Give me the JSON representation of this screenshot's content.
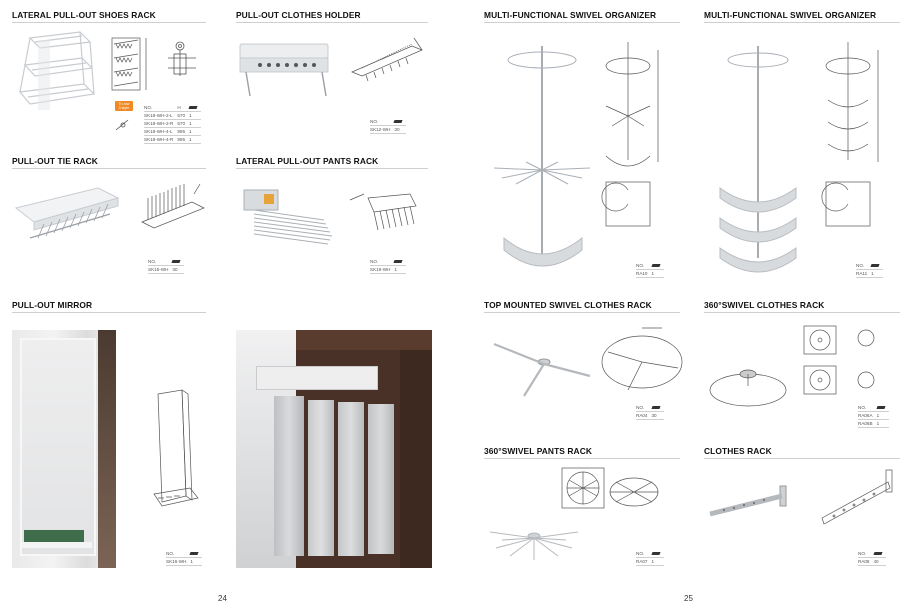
{
  "left_page": {
    "page_number": "24",
    "sections": {
      "shoes_rack": {
        "title": "LATERAL PULL-OUT SHOES RACK",
        "badge": "Tri-row\n3 layer",
        "headers": [
          "NO.",
          "H",
          ""
        ],
        "rows": [
          [
            "SK18-WH-2-L",
            "570",
            "1"
          ],
          [
            "SK18-WH-2-R",
            "570",
            "1"
          ],
          [
            "SK18-WH-4-L",
            "895",
            "1"
          ],
          [
            "SK18-WH-4-R",
            "895",
            "1"
          ]
        ]
      },
      "clothes_holder": {
        "title": "PULL-OUT CLOTHES HOLDER",
        "headers": [
          "NO.",
          ""
        ],
        "rows": [
          [
            "SK12-WH",
            "30"
          ]
        ]
      },
      "tie_rack": {
        "title": "PULL-OUT TIE RACK",
        "headers": [
          "NO.",
          ""
        ],
        "rows": [
          [
            "SK15-WH",
            "30"
          ]
        ]
      },
      "pants_rack": {
        "title": "LATERAL PULL-OUT PANTS RACK",
        "headers": [
          "NO.",
          ""
        ],
        "rows": [
          [
            "SK19-WH",
            "1"
          ]
        ]
      },
      "mirror": {
        "title": "PULL-OUT MIRROR",
        "headers": [
          "NO.",
          ""
        ],
        "rows": [
          [
            "SK16-WH",
            "1"
          ]
        ]
      }
    }
  },
  "right_page": {
    "page_number": "25",
    "sections": {
      "swivel_1": {
        "title": "MULTI-FUNCTIONAL SWIVEL ORGANIZER",
        "headers": [
          "NO.",
          ""
        ],
        "rows": [
          [
            "RA10",
            "1"
          ]
        ]
      },
      "swivel_2": {
        "title": "MULTI-FUNCTIONAL SWIVEL ORGANIZER",
        "headers": [
          "NO.",
          ""
        ],
        "rows": [
          [
            "RA11",
            "1"
          ]
        ]
      },
      "top_mounted": {
        "title": "TOP MOUNTED SWIVEL CLOTHES RACK",
        "headers": [
          "NO.",
          ""
        ],
        "rows": [
          [
            "RA04",
            "30"
          ]
        ]
      },
      "swivel_360": {
        "title": "360°SWIVEL CLOTHES RACK",
        "headers": [
          "NO.",
          ""
        ],
        "rows": [
          [
            "RA06A",
            "1"
          ],
          [
            "RA06B",
            "1"
          ]
        ]
      },
      "pants_360": {
        "title": "360°SWIVEL PANTS RACK",
        "headers": [
          "NO.",
          ""
        ],
        "rows": [
          [
            "RA07",
            "1"
          ]
        ]
      },
      "clothes_rack": {
        "title": "CLOTHES RACK",
        "headers": [
          "NO.",
          ""
        ],
        "rows": [
          [
            "RA08",
            "40"
          ]
        ]
      }
    }
  },
  "colors": {
    "title": "#111111",
    "rule": "#cfcfcf",
    "badge": "#f08a24",
    "wood": "#4a3128",
    "metal": "#b9bcc0"
  }
}
